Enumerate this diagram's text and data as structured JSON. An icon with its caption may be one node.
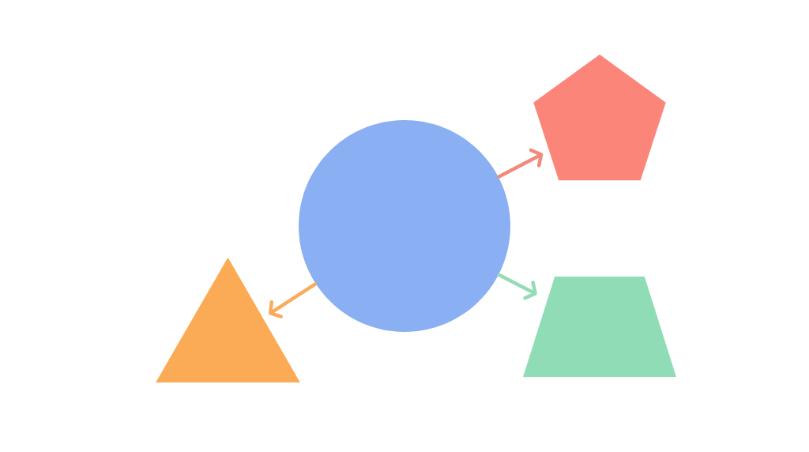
{
  "diagram": {
    "nodes": [
      {
        "text": [],
        "shape": "circle"
      },
      {
        "text": [],
        "shape": "pentagon"
      },
      {
        "text": [],
        "shape": "trapezoid"
      },
      {
        "text": [],
        "shape": "triangle"
      }
    ],
    "edges": [
      {
        "from": 0,
        "to": 1,
        "arrow": "to",
        "color": "#f28a7c"
      },
      {
        "from": 0,
        "to": 2,
        "arrow": "to",
        "color": "#94dcb4"
      },
      {
        "from": 0,
        "to": 3,
        "arrow": "to",
        "color": "#f8ac5c"
      }
    ]
  }
}
